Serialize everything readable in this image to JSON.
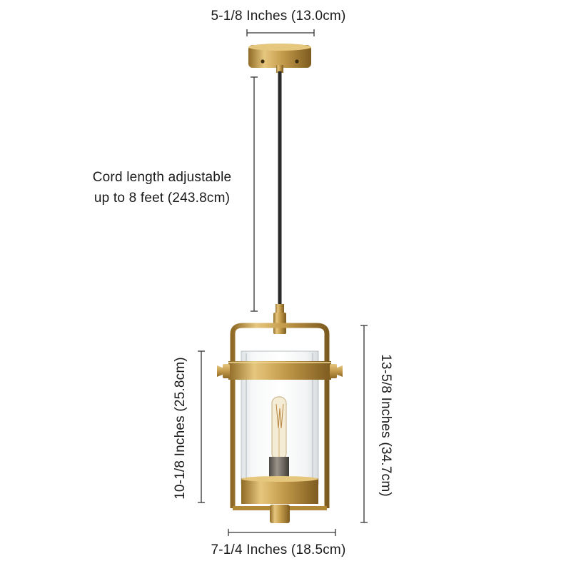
{
  "dimensions": {
    "canopy_width": "5-1/8 Inches (13.0cm)",
    "cord_length_line1": "Cord length adjustable",
    "cord_length_line2": "up to 8 feet (243.8cm)",
    "shade_height": "10-1/8 Inches (25.8cm)",
    "fixture_height": "13-5/8 Inches (34.7cm)",
    "fixture_width": "7-1/4 Inches (18.5cm)"
  },
  "colors": {
    "brass": "#c39a4a",
    "brass_light": "#e6c77e",
    "brass_dark": "#8f6a26",
    "cord": "#2a2a2a",
    "glass": "#eef1f2",
    "dimension_line": "#333333"
  }
}
